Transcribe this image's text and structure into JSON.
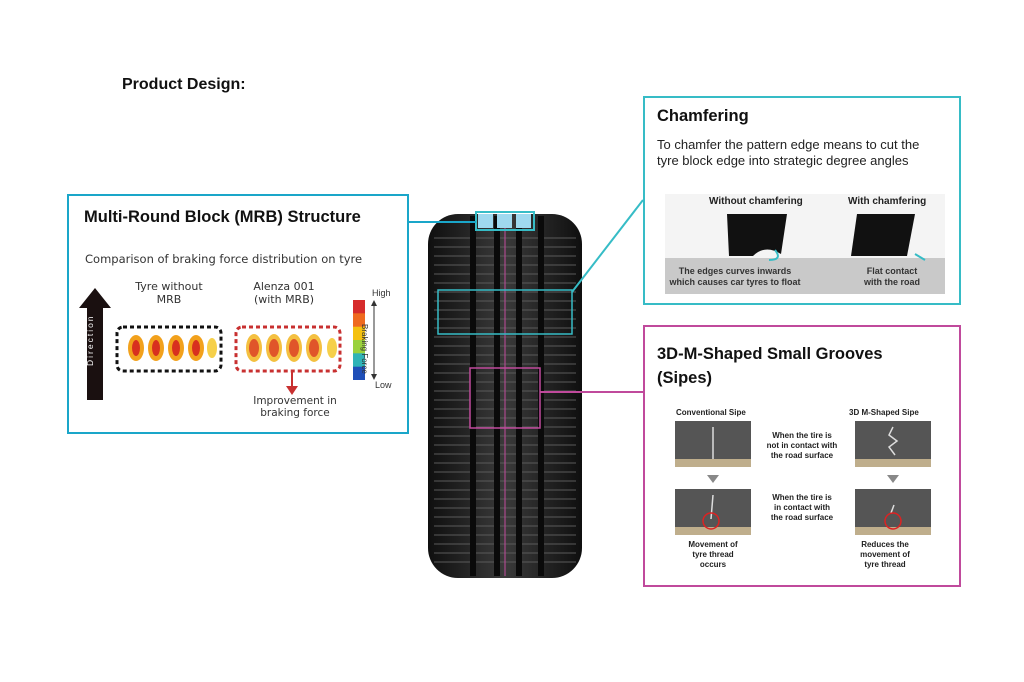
{
  "page": {
    "title": "Product Design:"
  },
  "mrb": {
    "title": "Multi-Round Block (MRB) Structure",
    "subtitle": "Comparison of braking force distribution on tyre",
    "left_label": "Tyre without\nMRB",
    "right_label": "Alenza 001\n(with MRB)",
    "improvement": "Improvement in\nbraking force",
    "scale_high": "High",
    "scale_low": "Low",
    "scale_label": "Braking Force",
    "direction_label": "Direction",
    "scale_colors": [
      "#d62c2c",
      "#ef6a1f",
      "#f4c10f",
      "#9ad13c",
      "#2fb3b7",
      "#1f4fb8"
    ]
  },
  "chamfer": {
    "title": "Chamfering",
    "description": "To chamfer the pattern edge means to cut the tyre block edge into strategic degree angles",
    "without_label": "Without chamfering",
    "with_label": "With chamfering",
    "left_caption": "The edges curves inwards\nwhich causes car tyres to float",
    "right_caption": "Flat contact\nwith the road"
  },
  "sipes": {
    "title": "3D-M-Shaped Small Grooves (Sipes)",
    "conventional_label": "Conventional Sipe",
    "m_shaped_label": "3D M-Shaped Sipe",
    "non_contact_text": "When the tire is\nnot in contact with\nthe road surface",
    "contact_text": "When the tire is\nin contact with\nthe road surface",
    "conventional_caption": "Movement of\ntyre thread\noccurs",
    "m_shaped_caption": "Reduces the\nmovement of\ntyre thread"
  },
  "colors": {
    "mrb_border": "#1aa6c9",
    "chamfer_border": "#36bcc6",
    "sipes_border": "#c04a9c",
    "tyre": "#1e1e1e"
  }
}
